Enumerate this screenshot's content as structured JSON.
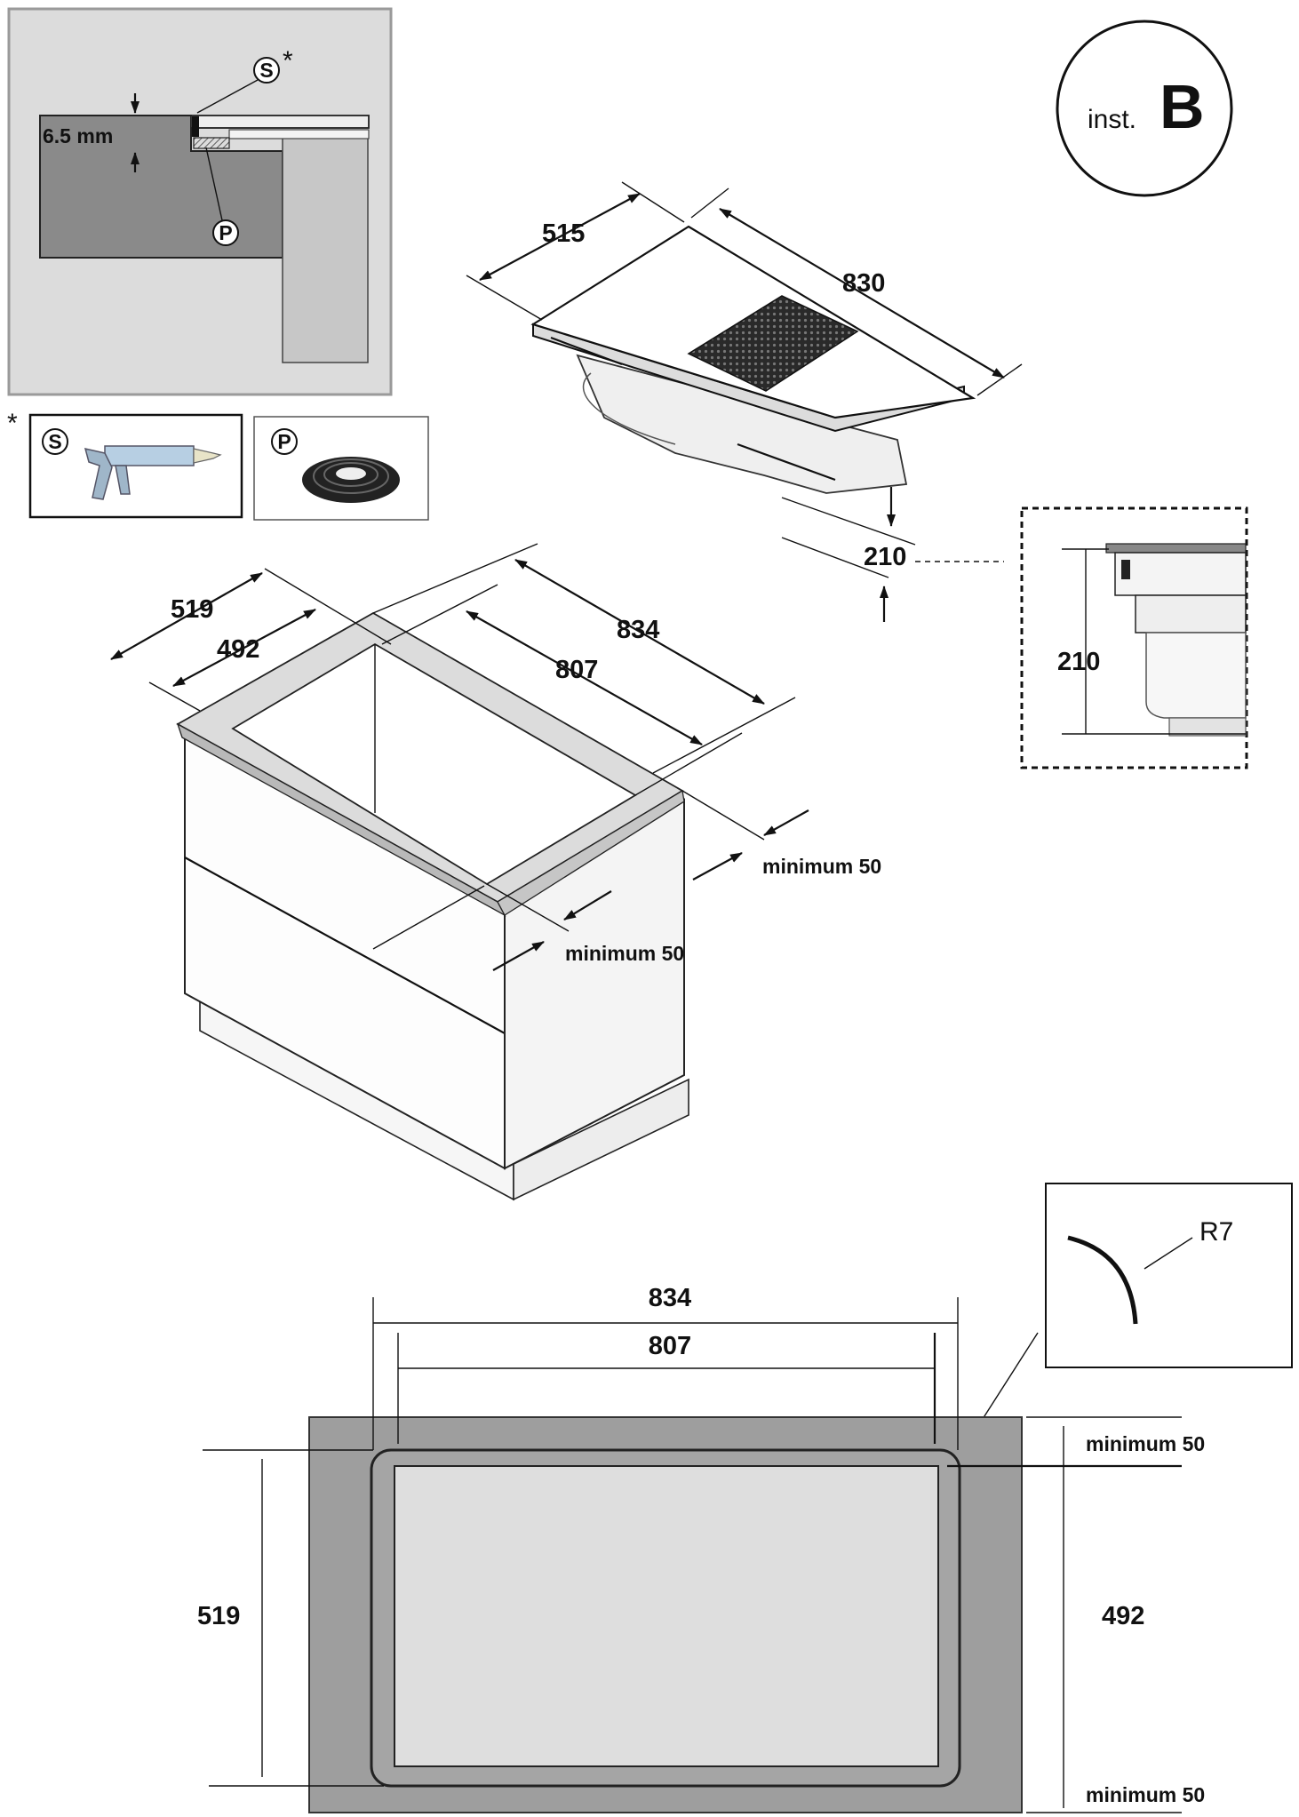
{
  "detail": {
    "gap_label": "6.5 mm",
    "sealant_callout": "S",
    "sealant_asterisk": "*",
    "gasket_callout": "P"
  },
  "accessories": {
    "asterisk": "*",
    "sealant_tool_label": "S",
    "gasket_label": "P"
  },
  "badge": {
    "prefix": "inst.",
    "letter": "B"
  },
  "hob": {
    "depth": "515",
    "width": "830",
    "height": "210"
  },
  "height_detail": {
    "height": "210"
  },
  "cabinet": {
    "outer_depth": "519",
    "cutout_depth": "492",
    "outer_width": "834",
    "cutout_width": "807",
    "min_back": "minimum 50",
    "min_front": "minimum 50"
  },
  "plan": {
    "outer_width": "834",
    "cutout_width": "807",
    "outer_depth": "519",
    "cutout_depth": "492",
    "min_top": "minimum 50",
    "min_bottom": "minimum 50",
    "corner_radius": "R7"
  }
}
